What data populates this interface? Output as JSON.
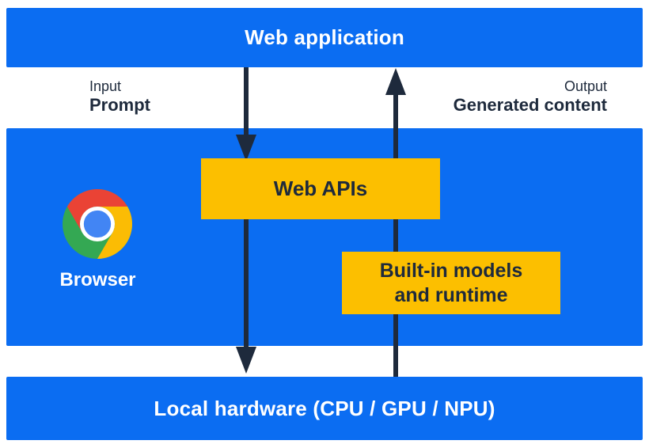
{
  "top_banner": {
    "label": "Web application"
  },
  "flow_labels": {
    "input_caption": "Input",
    "input_value": "Prompt",
    "output_caption": "Output",
    "output_value": "Generated content"
  },
  "browser": {
    "label": "Browser",
    "icon": "chrome-logo-icon"
  },
  "boxes": {
    "web_apis": {
      "label": "Web APIs"
    },
    "builtin_models": {
      "line1": "Built-in models",
      "line2": "and runtime"
    }
  },
  "bottom_banner": {
    "label": "Local hardware (CPU / GPU / NPU)"
  },
  "arrows": {
    "down_arrow": "prompt flows from web application through Web APIs to local hardware",
    "up_arrow": "generated content flows from local hardware through built-in models and runtime to web application"
  },
  "colors": {
    "blue": "#0b6df2",
    "yellow": "#fcbf00",
    "dark_navy": "#1e2a3c",
    "white": "#ffffff",
    "chrome_red": "#ea4335",
    "chrome_yellow": "#fbbc04",
    "chrome_green": "#34a853",
    "chrome_blue": "#4285f4"
  }
}
